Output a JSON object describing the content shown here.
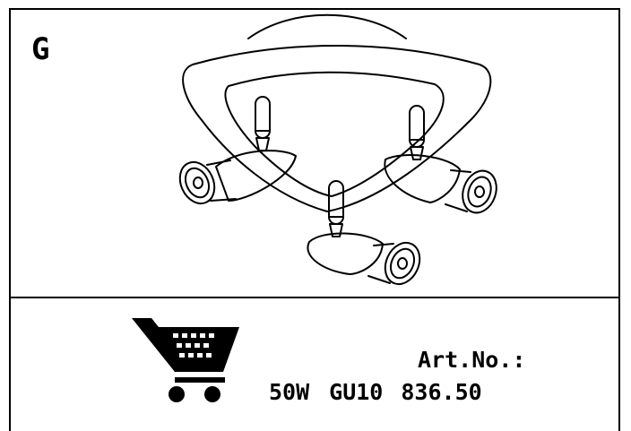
{
  "variant": {
    "letter": "G"
  },
  "product": {
    "illustration": "ceiling-spotlight-three-lamps",
    "cart_icon": "shopping-cart-icon",
    "art_no_label": "Art.No.:",
    "wattage": "50W",
    "socket": "GU10",
    "art_no": "836.50"
  }
}
